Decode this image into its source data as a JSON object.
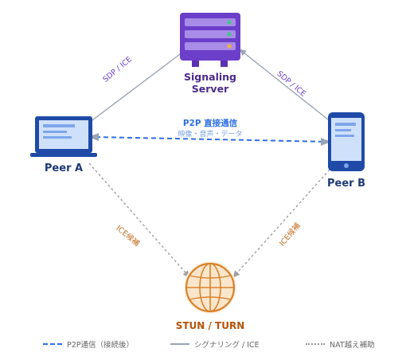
{
  "nodes": {
    "signaling": {
      "title": "Signaling\nServer"
    },
    "peer_a": {
      "title": "Peer A"
    },
    "peer_b": {
      "title": "Peer B"
    },
    "stun": {
      "title": "STUN / TURN"
    }
  },
  "edges": {
    "sdp_left": "SDP / ICE",
    "sdp_right": "SDP / ICE",
    "p2p_title": "P2P 直接通信",
    "p2p_sub": "映像・音声・データ",
    "ice_left": "ICE候補",
    "ice_right": "ICE候補"
  },
  "legend": {
    "p2p": "P2P通信（接続後）",
    "signaling": "シグナリング / ICE",
    "nat": "NAT越え補助"
  },
  "colors": {
    "server": "#6b3fc9",
    "device": "#1f4aa8",
    "p2p": "#2f6fe0",
    "signal_line": "#9aa4b4",
    "nat_line": "#a0a0a0",
    "globe": "#d9822b"
  }
}
